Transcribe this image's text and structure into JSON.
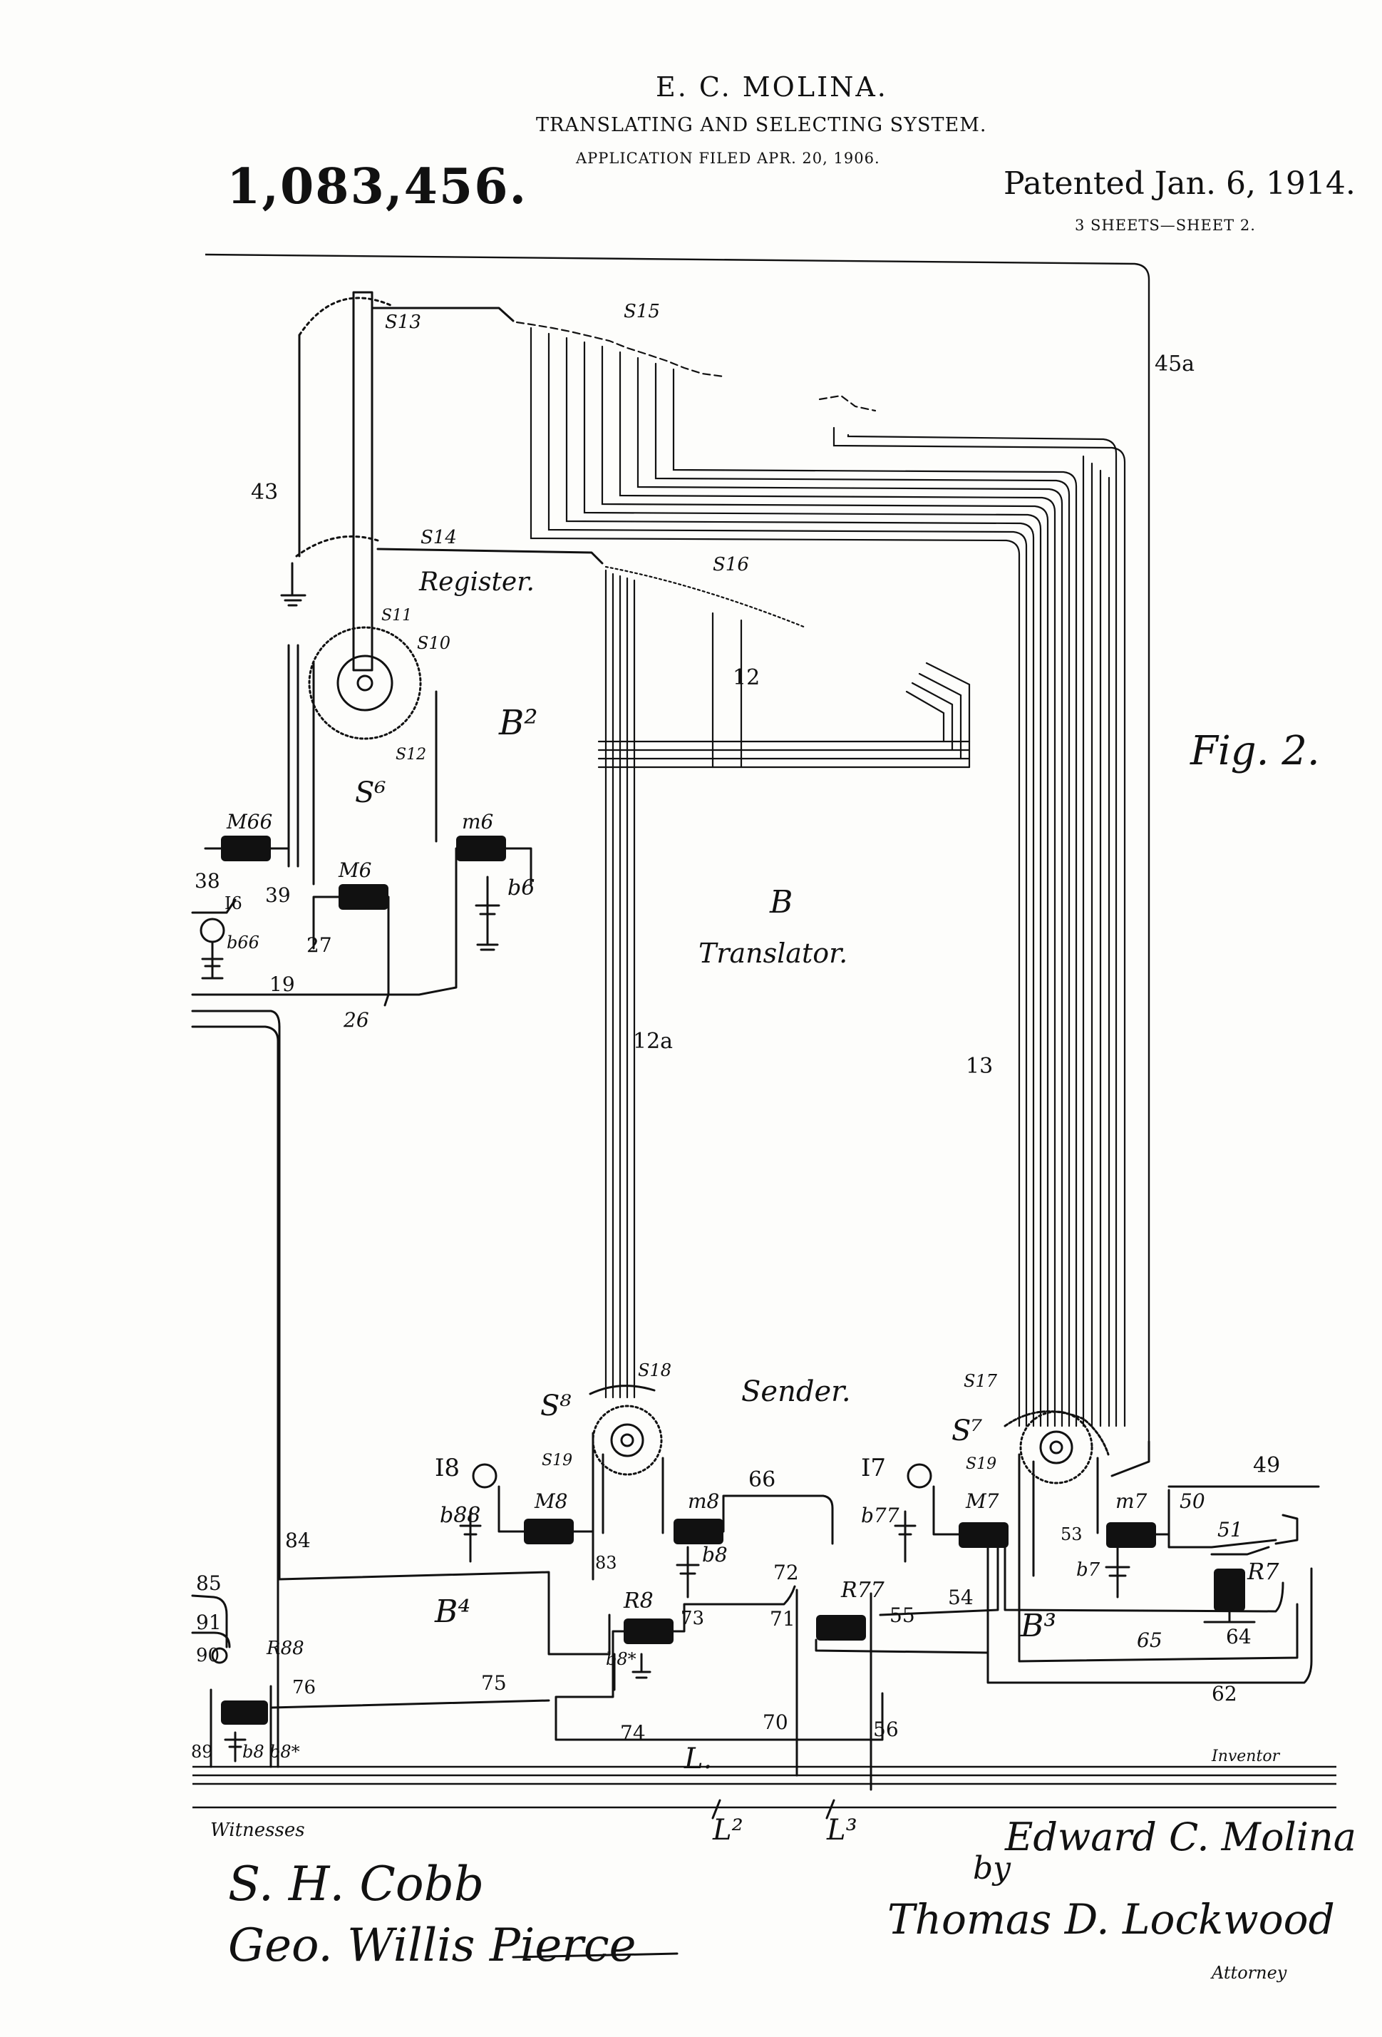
{
  "header": {
    "inventor": "E. C. MOLINA.",
    "title": "TRANSLATING AND SELECTING SYSTEM.",
    "filed": "APPLICATION FILED APR. 20, 1906.",
    "patent_number": "1,083,456.",
    "patented": "Patented Jan. 6, 1914.",
    "sheets": "3 SHEETS—SHEET 2."
  },
  "figure": {
    "fig_label": "Fig. 2.",
    "sections": {
      "register": "Register.",
      "translator": "Translator.",
      "translator_letter": "B",
      "sender": "Sender.",
      "b2": "B²",
      "b3": "B³",
      "b4": "B⁴",
      "s6": "S⁶",
      "s7": "S⁷",
      "s8": "S⁸"
    },
    "refs": {
      "s13": "S13",
      "s14": "S14",
      "s15": "S15",
      "s16": "S16",
      "s10": "S10",
      "s11": "S11",
      "s12": "S12",
      "s17": "S17",
      "s18": "S18",
      "s19a": "S19",
      "s19b": "S19",
      "r43": "43",
      "r45a": "45a",
      "r12": "12",
      "r12a": "12a",
      "r13": "13",
      "m66": "M66",
      "m6": "m6",
      "M6": "M6",
      "r38": "38",
      "i6": "I6",
      "r39": "39",
      "b66": "b66",
      "r27": "27",
      "b6": "b6",
      "r19": "19",
      "r26": "26",
      "i8": "I8",
      "b88": "b88",
      "M8": "M8",
      "m8": "m8",
      "b8": "b8",
      "r83": "83",
      "R8": "R8",
      "r73": "73",
      "b8x": "b8*",
      "r66": "66",
      "r72": "72",
      "r71": "71",
      "R77": "R77",
      "r55": "55",
      "r54": "54",
      "i7": "I7",
      "b77": "b77",
      "M7": "M7",
      "m7": "m7",
      "r53": "53",
      "b7": "b7",
      "r50": "50",
      "r49": "49",
      "r51": "51",
      "R7": "R7",
      "r64": "64",
      "r65": "65",
      "r62": "62",
      "r84": "84",
      "r85": "85",
      "r91": "91",
      "r90": "90",
      "R88": "R88",
      "r76": "76",
      "r75": "75",
      "r74": "74",
      "r89": "89",
      "b8b": "b8",
      "b8bx": "b8*",
      "r70": "70",
      "r56": "56",
      "L": "L.",
      "L2": "L²",
      "L3": "L³"
    }
  },
  "footer": {
    "witnesses_label": "Witnesses",
    "witness1": "S. H. Cobb",
    "witness2": "Geo. Willis Pierce",
    "inventor_label": "Inventor",
    "inventor_signature": "Edward C. Molina",
    "by": "by",
    "attorney_signature": "Thomas D. Lockwood",
    "attorney_label": "Attorney"
  }
}
